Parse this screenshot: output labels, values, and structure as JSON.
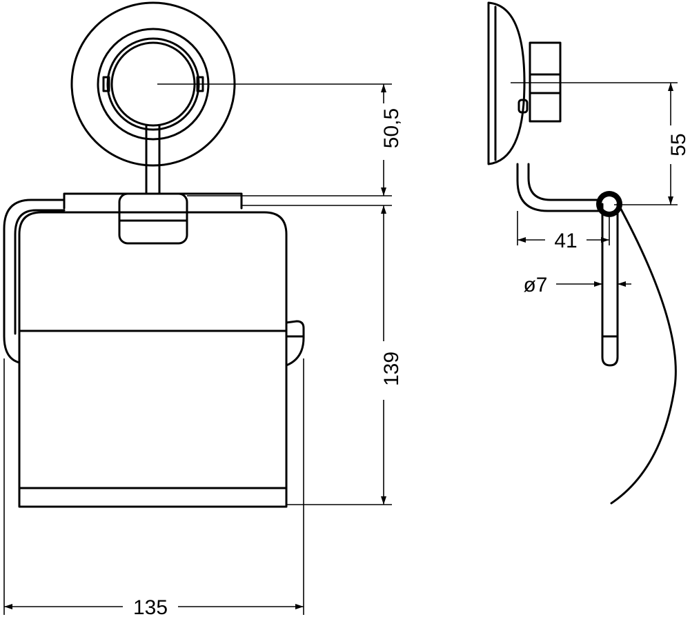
{
  "drawing": {
    "title": "",
    "stroke_color": "#000000",
    "background": "#ffffff",
    "front_view": {
      "dim_width": "135",
      "dim_height": "139",
      "dim_mount_offset": "50,5"
    },
    "side_view": {
      "dim_drop": "55",
      "dim_depth": "41",
      "dim_rod_diameter": "ø7"
    }
  }
}
